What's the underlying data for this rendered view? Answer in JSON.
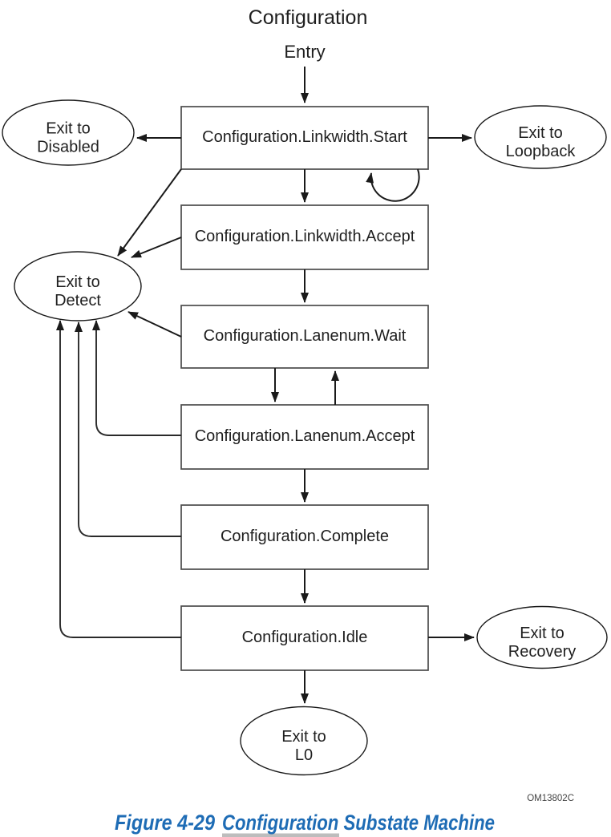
{
  "figure": {
    "title": "Configuration",
    "entry_label": "Entry",
    "states": [
      "Configuration.Linkwidth.Start",
      "Configuration.Linkwidth.Accept",
      "Configuration.Lanenum.Wait",
      "Configuration.Lanenum.Accept",
      "Configuration.Complete",
      "Configuration.Idle"
    ],
    "exits": [
      {
        "line1": "Exit to",
        "line2": "Disabled"
      },
      {
        "line1": "Exit to",
        "line2": "Loopback"
      },
      {
        "line1": "Exit to",
        "line2": "Detect"
      },
      {
        "line1": "Exit to",
        "line2": "Recovery"
      },
      {
        "line1": "Exit to",
        "line2": "L0"
      }
    ],
    "watermark": "OM13802C"
  },
  "caption": {
    "prefix": "Figure 4-29",
    "title": "Configuration Substate Machine"
  },
  "colors": {
    "caption_blue": "#1e6cb5",
    "underline_gray": "#bdbdbd",
    "diagram_ink": "#1a1a1a",
    "box_border": "#4b4b4b"
  }
}
